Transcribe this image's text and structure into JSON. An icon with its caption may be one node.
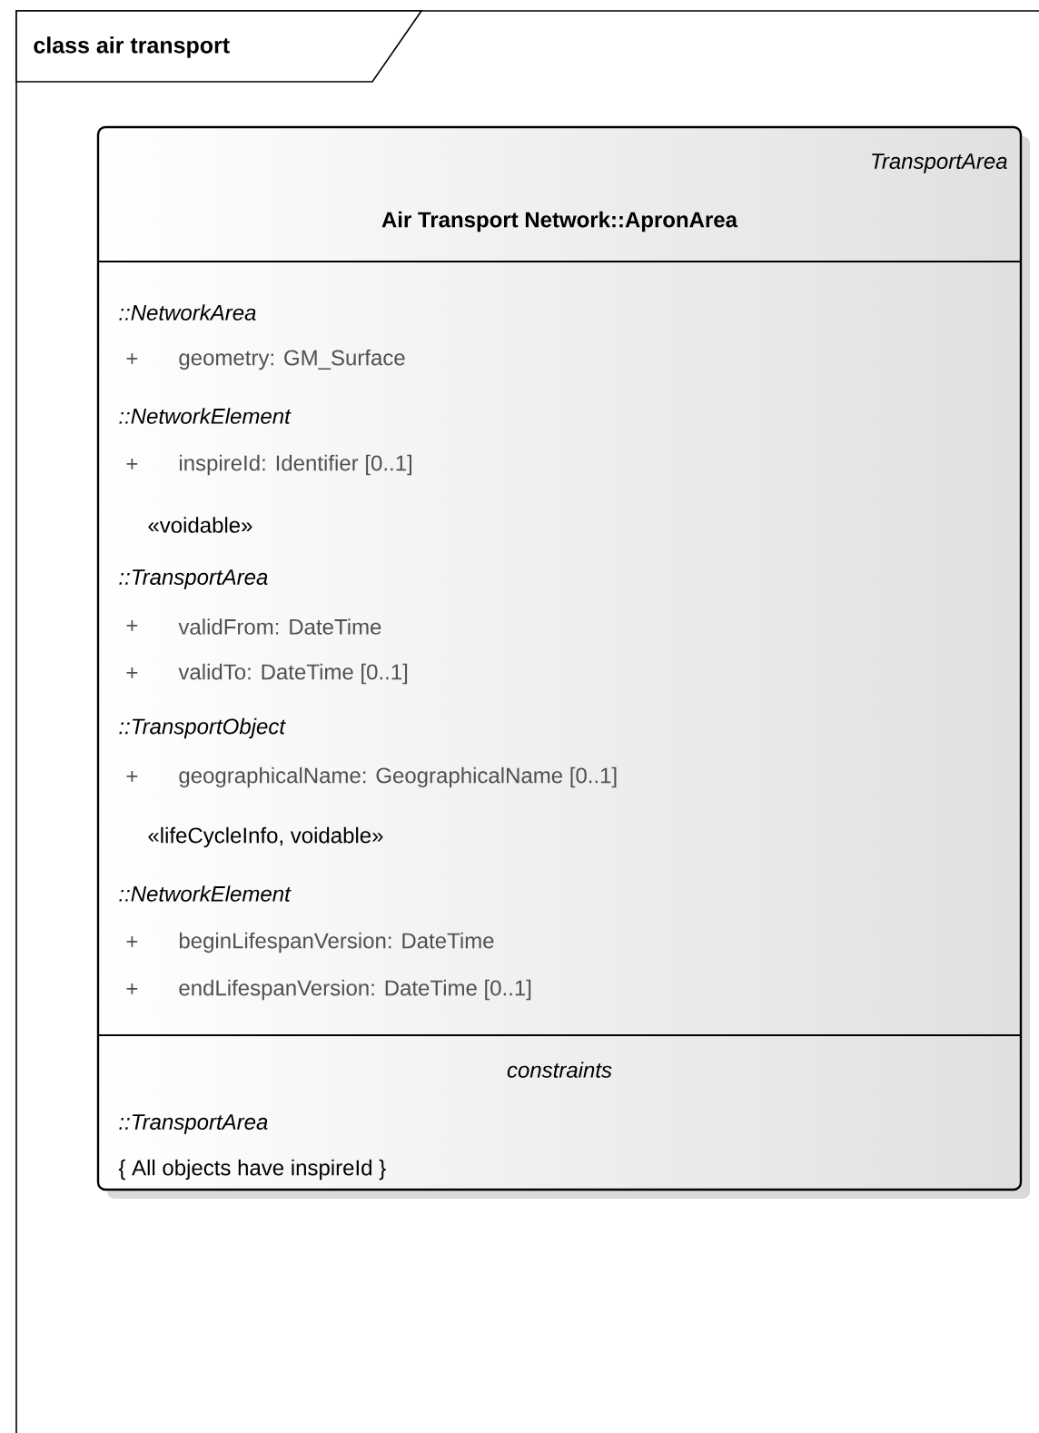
{
  "diagram": {
    "title": "class air transport",
    "nodes": [
      {
        "text": [
          "TransportArea",
          "Air Transport Network::ApronArea",
          "::NetworkArea",
          "+",
          "geometry: GM_Surface",
          "::NetworkElement",
          "+",
          "inspireId: Identifier [0..1]",
          "«voidable»",
          "::TransportArea",
          "+",
          "validFrom: DateTime",
          "+",
          "validTo: DateTime [0..1]",
          "::TransportObject",
          "+",
          "geographicalName: GeographicalName [0..1]",
          "«lifeCycleInfo, voidable»",
          "::NetworkElement",
          "+",
          "beginLifespanVersion: DateTime",
          "+",
          "endLifespanVersion: DateTime [0..1]",
          "constraints",
          "::TransportArea",
          "{ All objects have inspireId }"
        ]
      }
    ],
    "edges": []
  }
}
